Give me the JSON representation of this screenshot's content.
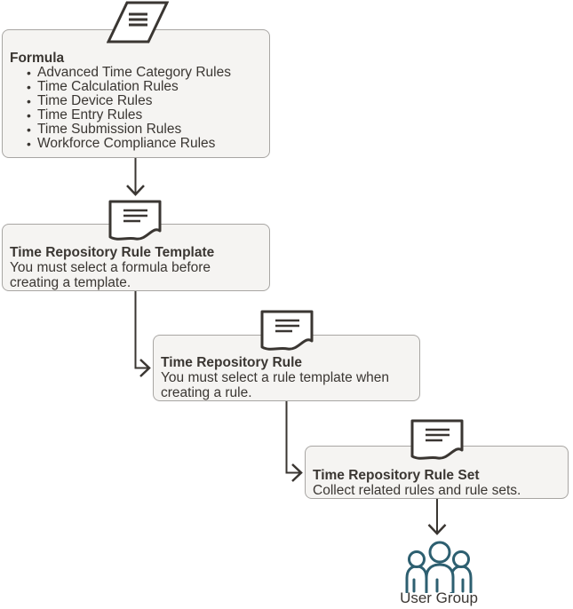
{
  "diagram": {
    "nodes": [
      {
        "id": "formula",
        "title": "Formula",
        "bullets": [
          "Advanced Time Category Rules",
          "Time Calculation Rules",
          "Time Device Rules",
          "Time Entry Rules",
          "Time Submission Rules",
          "Workforce Compliance Rules"
        ]
      },
      {
        "id": "time-repository-rule-template",
        "title": "Time Repository Rule Template",
        "description": "You must select a formula before creating a template."
      },
      {
        "id": "time-repository-rule",
        "title": "Time Repository Rule",
        "description": "You must select a rule template when creating a rule."
      },
      {
        "id": "time-repository-rule-set",
        "title": "Time Repository Rule Set",
        "description": "Collect related rules and rule sets."
      }
    ],
    "terminal": {
      "label": "User Group"
    },
    "colors": {
      "node_fill": "#f5f4f2",
      "node_border": "#a8a6a3",
      "text": "#3a3632",
      "icon_stroke": "#3a3632",
      "arrow": "#3a3632",
      "user_group_icon": "#2d5f70"
    }
  }
}
